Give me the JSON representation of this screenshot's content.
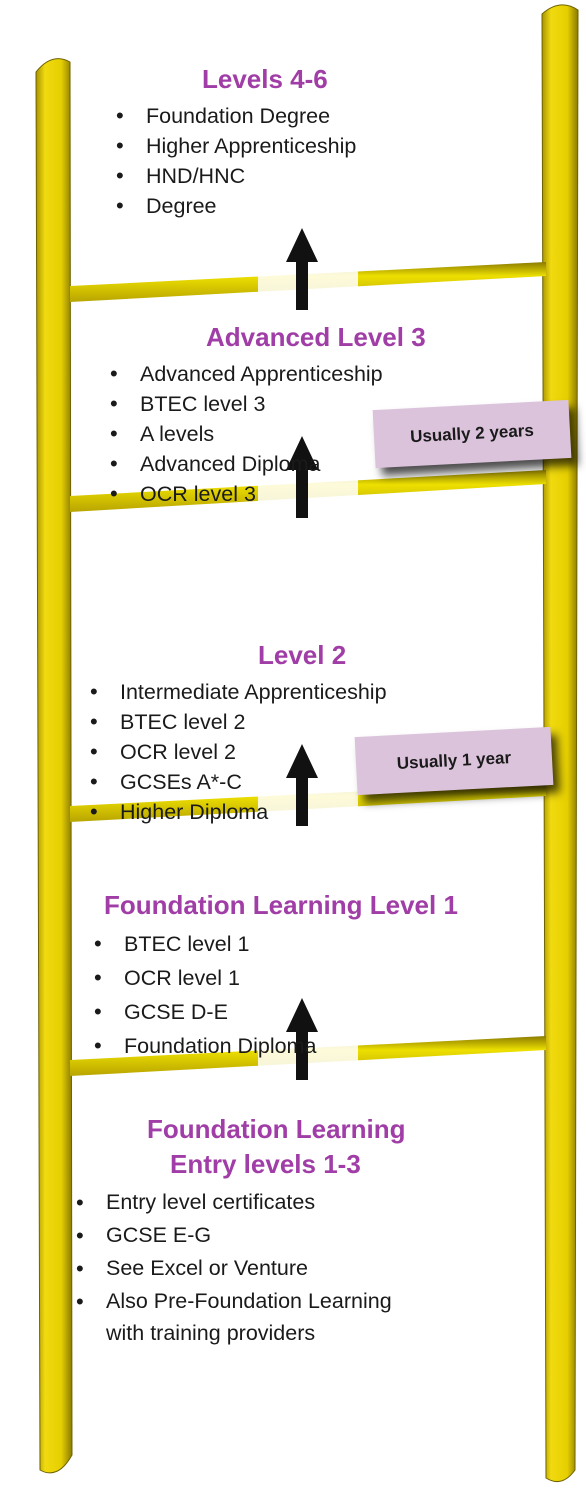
{
  "colors": {
    "rail": "#e8d200",
    "rail_shadow": "#9c8a00",
    "heading": "#a03da6",
    "arrow": "#111111",
    "duration_box": "#dcc3dc"
  },
  "sections": [
    {
      "heading": "Levels 4-6",
      "items": [
        "Foundation Degree",
        "Higher Apprenticeship",
        "HND/HNC",
        "Degree"
      ]
    },
    {
      "heading": "Advanced Level 3",
      "items": [
        "Advanced Apprenticeship",
        "BTEC level 3",
        "A levels",
        "Advanced Diploma",
        "OCR level 3"
      ]
    },
    {
      "heading": "Level 2",
      "items": [
        "Intermediate Apprenticeship",
        "BTEC level 2",
        "OCR level 2",
        "GCSEs A*-C",
        "Higher Diploma"
      ]
    },
    {
      "heading": "Foundation Learning Level 1",
      "items": [
        "BTEC level 1",
        "OCR level 1",
        "GCSE D-E",
        "Foundation Diploma"
      ]
    },
    {
      "heading_line1": "Foundation Learning",
      "heading_line2": "Entry levels 1-3",
      "items": [
        "Entry level certificates",
        "GCSE E-G",
        "See Excel or Venture",
        "Also Pre-Foundation Learning",
        "with training providers"
      ]
    }
  ],
  "durations": {
    "advanced": "Usually 2 years",
    "level2": "Usually 1 year"
  }
}
